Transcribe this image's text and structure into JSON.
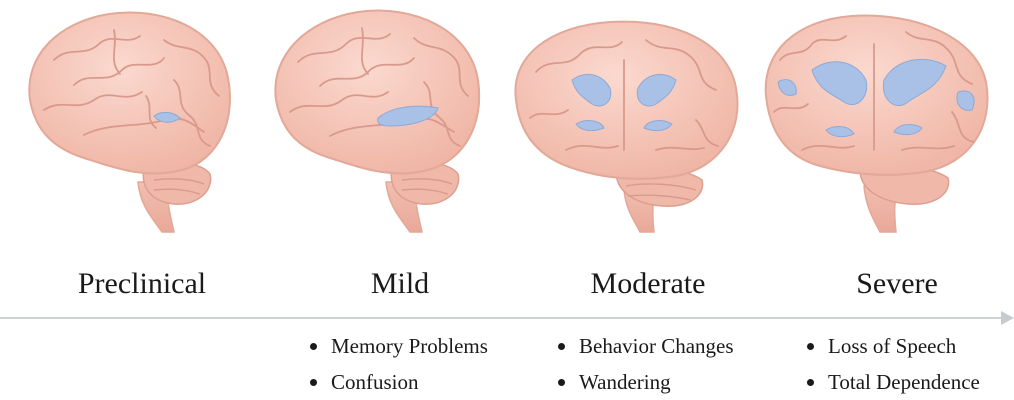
{
  "colors": {
    "brain_fill": "#f5c5b8",
    "brain_fold": "#d99a8c",
    "brain_outline": "#e2a898",
    "ventricle": "#a9c1e6",
    "timeline": "#cfd3d6"
  },
  "stages": [
    {
      "label": "Preclinical",
      "symptoms": []
    },
    {
      "label": "Mild",
      "symptoms": [
        "Memory Problems",
        "Confusion"
      ]
    },
    {
      "label": "Moderate",
      "symptoms": [
        "Behavior Changes",
        "Wandering"
      ]
    },
    {
      "label": "Severe",
      "symptoms": [
        "Loss of Speech",
        "Total Dependence"
      ]
    }
  ]
}
